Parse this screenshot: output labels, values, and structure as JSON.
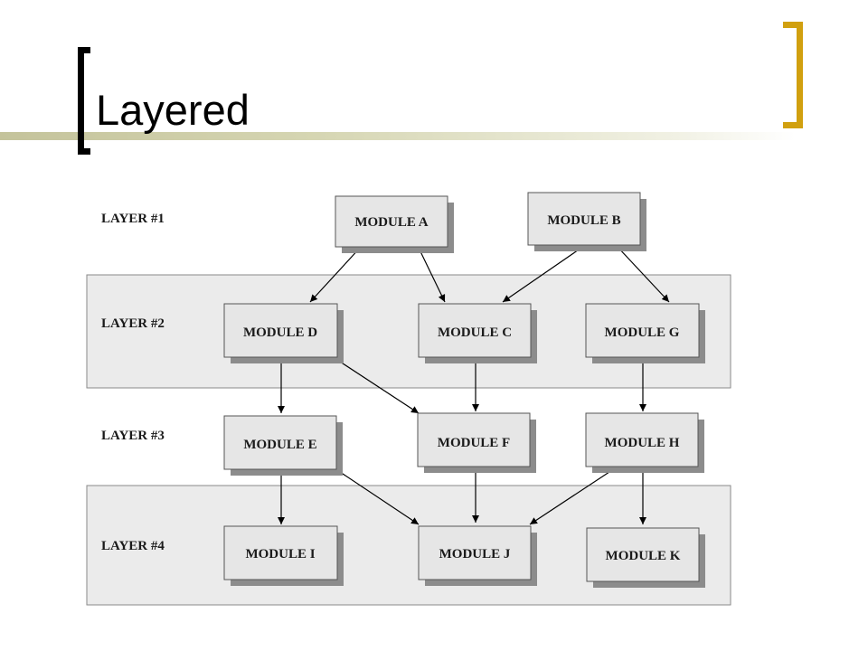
{
  "slide": {
    "title": "Layered"
  },
  "colors": {
    "left_bracket": "#000000",
    "right_bracket": "#d1a00f",
    "title_rule": "#c4c39b",
    "layer_band": "#ebebeb",
    "module_fill": "#e6e6e6",
    "module_shadow": "#8c8c8c"
  },
  "diagram": {
    "layers": [
      {
        "id": "layer1",
        "label": "LAYER #1",
        "banded": false
      },
      {
        "id": "layer2",
        "label": "LAYER #2",
        "banded": true
      },
      {
        "id": "layer3",
        "label": "LAYER #3",
        "banded": false
      },
      {
        "id": "layer4",
        "label": "LAYER #4",
        "banded": true
      }
    ],
    "modules": [
      {
        "id": "A",
        "label": "MODULE A",
        "layer": "layer1"
      },
      {
        "id": "B",
        "label": "MODULE B",
        "layer": "layer1"
      },
      {
        "id": "D",
        "label": "MODULE D",
        "layer": "layer2"
      },
      {
        "id": "C",
        "label": "MODULE C",
        "layer": "layer2"
      },
      {
        "id": "G",
        "label": "MODULE G",
        "layer": "layer2"
      },
      {
        "id": "E",
        "label": "MODULE E",
        "layer": "layer3"
      },
      {
        "id": "F",
        "label": "MODULE F",
        "layer": "layer3"
      },
      {
        "id": "H",
        "label": "MODULE H",
        "layer": "layer3"
      },
      {
        "id": "I",
        "label": "MODULE I",
        "layer": "layer4"
      },
      {
        "id": "J",
        "label": "MODULE J",
        "layer": "layer4"
      },
      {
        "id": "K",
        "label": "MODULE K",
        "layer": "layer4"
      }
    ],
    "edges": [
      {
        "from": "A",
        "to": "D"
      },
      {
        "from": "A",
        "to": "C"
      },
      {
        "from": "B",
        "to": "C"
      },
      {
        "from": "B",
        "to": "G"
      },
      {
        "from": "D",
        "to": "E"
      },
      {
        "from": "D",
        "to": "F"
      },
      {
        "from": "C",
        "to": "F"
      },
      {
        "from": "G",
        "to": "H"
      },
      {
        "from": "E",
        "to": "I"
      },
      {
        "from": "E",
        "to": "J"
      },
      {
        "from": "F",
        "to": "J"
      },
      {
        "from": "H",
        "to": "J"
      },
      {
        "from": "H",
        "to": "K"
      }
    ]
  }
}
